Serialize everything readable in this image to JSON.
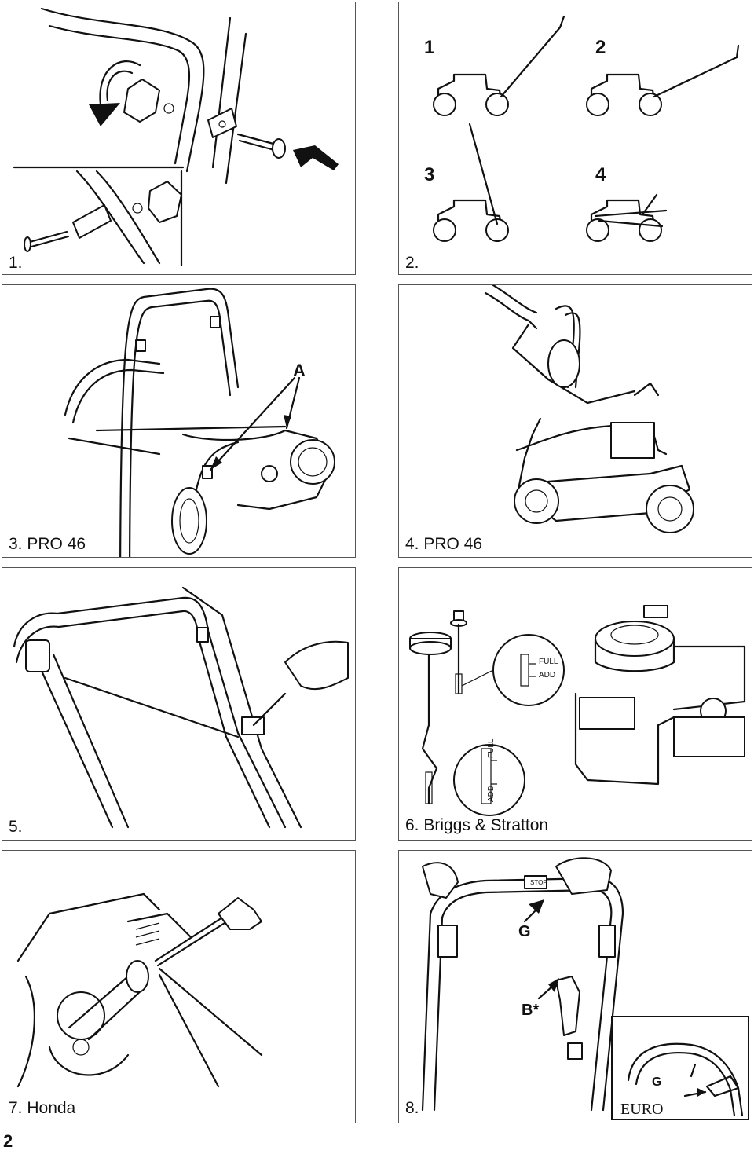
{
  "page_number": "2",
  "panels": [
    {
      "caption": "1."
    },
    {
      "caption": "2.",
      "positions": [
        "1",
        "2",
        "3",
        "4"
      ]
    },
    {
      "caption": "3. PRO 46",
      "label": "A"
    },
    {
      "caption": "4. PRO 46"
    },
    {
      "caption": "5."
    },
    {
      "caption": "6. Briggs & Stratton",
      "dipstick_marks": {
        "full": "FULL",
        "add": "ADD"
      }
    },
    {
      "caption": "7. Honda"
    },
    {
      "caption": "8.",
      "labels": {
        "g": "G",
        "b": "B*",
        "stop": "STOP"
      },
      "inset": {
        "label": "G",
        "caption": "EURO"
      }
    }
  ]
}
